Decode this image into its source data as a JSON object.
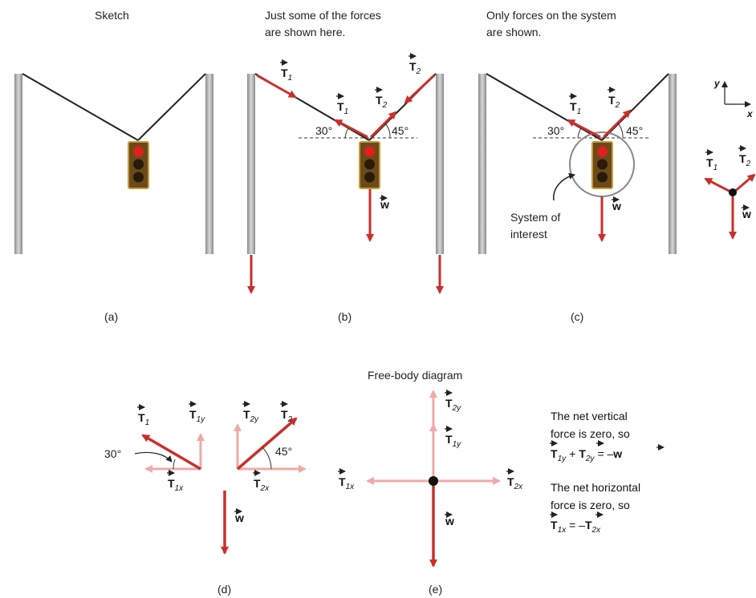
{
  "panels": {
    "a": {
      "caption": "Sketch",
      "label": "(a)"
    },
    "b": {
      "caption_line1": "Just some of the forces",
      "caption_line2": "are shown here.",
      "label": "(b)"
    },
    "c": {
      "caption_line1": "Only forces on the system",
      "caption_line2": "are shown.",
      "label": "(c)",
      "system_line1": "System of",
      "system_line2": "interest"
    },
    "d": {
      "label": "(d)"
    },
    "e": {
      "caption": "Free-body diagram",
      "label": "(e)"
    }
  },
  "angles": {
    "left": "30°",
    "right": "45°"
  },
  "vectors": {
    "T": "T",
    "w": "w",
    "sub_1": "1",
    "sub_2": "2",
    "sub_1x": "1x",
    "sub_1y": "1y",
    "sub_2x": "2x",
    "sub_2y": "2y"
  },
  "axes": {
    "x": "x",
    "y": "y"
  },
  "notes": {
    "vertical_line1": "The net vertical",
    "vertical_line2": "force is zero, so",
    "horizontal_line1": "The net horizontal",
    "horizontal_line2": "force is zero, so",
    "plus": "+",
    "equals_neg": "= –",
    "equals": "="
  },
  "colors": {
    "force": "#c9302c",
    "component": "#f0aaa6",
    "pole": "#b8b8b8",
    "cable": "#222222",
    "light_housing": "#6b4a1a",
    "red_lamp": "#e0201a"
  }
}
